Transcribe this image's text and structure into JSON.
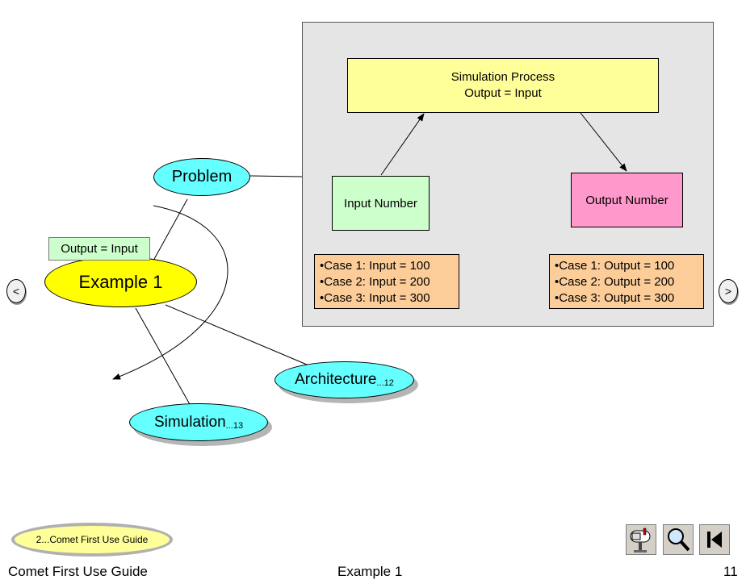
{
  "diagram": {
    "problem_label": "Problem",
    "output_input_label": "Output = Input",
    "example_label": "Example 1",
    "architecture": {
      "label": "Architecture",
      "ref": "...12"
    },
    "simulation": {
      "label": "Simulation",
      "ref": "...13"
    }
  },
  "panel": {
    "process_line1": "Simulation Process",
    "process_line2": "Output = Input",
    "input_number": "Input Number",
    "output_number": "Output Number",
    "input_cases": [
      "Case 1: Input = 100",
      "Case 2: Input = 200",
      "Case 3: Input = 300"
    ],
    "output_cases": [
      "Case 1: Output = 100",
      "Case 2: Output = 200",
      "Case 3: Output = 300"
    ]
  },
  "nav": {
    "prev": "<",
    "next": ">"
  },
  "footer": {
    "guide_link": "2...Comet First Use Guide",
    "left": "Comet First Use Guide",
    "center": "Example 1",
    "page": "11"
  },
  "colors": {
    "cyan": "#66ffff",
    "yellow": "#ffff00",
    "light_yellow": "#ffff99",
    "light_green": "#ccffcc",
    "pink": "#ff99cc",
    "orange": "#fccc99",
    "panel_gray": "#e5e5e5"
  },
  "icons": [
    "mailbox-icon",
    "magnifier-icon",
    "skip-to-start-icon"
  ]
}
